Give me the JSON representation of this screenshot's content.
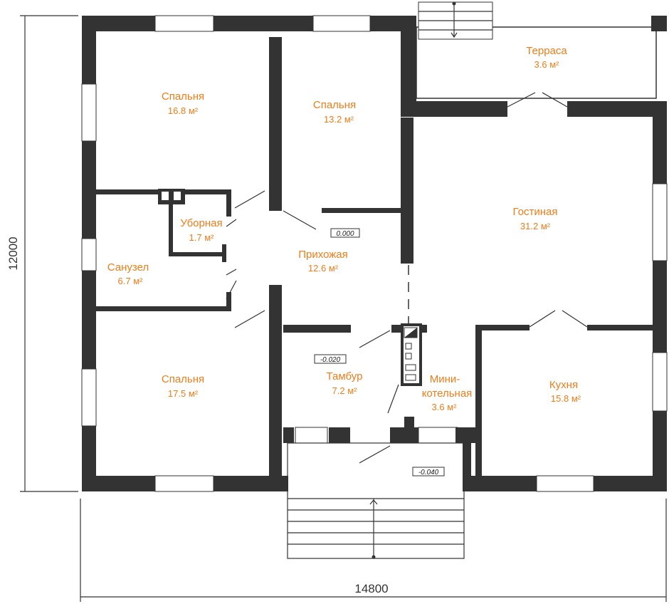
{
  "dimensions": {
    "width": "14800",
    "height": "12000"
  },
  "rooms": {
    "bedroom_1": {
      "name": "Спальня",
      "area": "16.8 м²"
    },
    "bedroom_2": {
      "name": "Спальня",
      "area": "13.2 м²"
    },
    "terrace": {
      "name": "Терраса",
      "area": "3.6 м²"
    },
    "toilet": {
      "name": "Уборная",
      "area": "1.7 м²"
    },
    "living_room": {
      "name": "Гостиная",
      "area": "31.2 м²"
    },
    "bathroom": {
      "name": "Санузел",
      "area": "6.7 м²"
    },
    "hallway": {
      "name": "Прихожая",
      "area": "12.6 м²"
    },
    "vestibule": {
      "name": "Тамбур",
      "area": "7.2 м²"
    },
    "boiler_room": {
      "name_line1": "Мини-",
      "name_line2": "котельная",
      "area": "3.6 м²"
    },
    "kitchen": {
      "name": "Кухня",
      "area": "15.8 м²"
    },
    "bedroom_3": {
      "name": "Спальня",
      "area": "17.5 м²"
    }
  },
  "levels": {
    "hallway": "0.000",
    "vestibule": "-0.020",
    "porch": "-0.040"
  },
  "colors": {
    "label": "#f07d1a",
    "wall": "#333333"
  }
}
